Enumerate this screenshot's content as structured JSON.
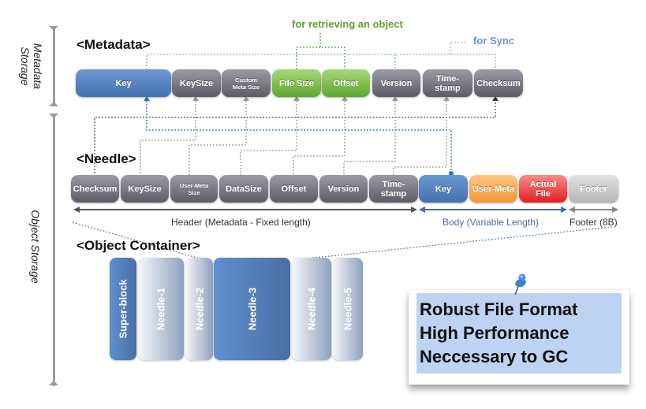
{
  "side_labels": {
    "metadata_storage": "Metadata Storage",
    "object_storage": "Object  Storage"
  },
  "annotations": {
    "retrieving": "for retrieving an object",
    "sync": "for Sync"
  },
  "colors": {
    "retrieving": "#5fa02f",
    "sync": "#6b95cf",
    "key_link": "#2e6fc7"
  },
  "metadata": {
    "title": "<Metadata>",
    "fields": [
      {
        "label": "Key",
        "style": "blue"
      },
      {
        "label": "KeySize",
        "style": "gray"
      },
      {
        "label": "Custom Meta Size",
        "style": "gray"
      },
      {
        "label": "File Size",
        "style": "green"
      },
      {
        "label": "Offset",
        "style": "green"
      },
      {
        "label": "Version",
        "style": "gray"
      },
      {
        "label": "Time-stamp",
        "style": "gray"
      },
      {
        "label": "Checksum",
        "style": "gray"
      }
    ]
  },
  "needle": {
    "title": "<Needle>",
    "fields": [
      {
        "label": "Checksum",
        "style": "gray"
      },
      {
        "label": "KeySize",
        "style": "gray"
      },
      {
        "label": "User-Meta Size",
        "style": "gray"
      },
      {
        "label": "DataSize",
        "style": "gray"
      },
      {
        "label": "Offset",
        "style": "gray"
      },
      {
        "label": "Version",
        "style": "gray"
      },
      {
        "label": "Time-stamp",
        "style": "gray"
      },
      {
        "label": "Key",
        "style": "blue"
      },
      {
        "label": "User-Meta",
        "style": "orange"
      },
      {
        "label": "Actual File",
        "style": "red"
      },
      {
        "label": "Footer",
        "style": "light"
      }
    ],
    "ranges": {
      "header": "Header (Metadata - Fixed length)",
      "body": "Body (Variable Length)",
      "footer": "Footer (8B)"
    }
  },
  "container": {
    "title": "<Object Container>",
    "blocks": [
      {
        "label": "Super-block",
        "style": "dark"
      },
      {
        "label": "Needle-1",
        "style": "light"
      },
      {
        "label": "Needle-2",
        "style": "light"
      },
      {
        "label": "Needle-3",
        "style": "dark"
      },
      {
        "label": "Needle-4",
        "style": "light"
      },
      {
        "label": "Needle-5",
        "style": "light"
      }
    ]
  },
  "note": {
    "lines": [
      "Robust File Format",
      "High Performance",
      "Neccessary to GC"
    ]
  }
}
